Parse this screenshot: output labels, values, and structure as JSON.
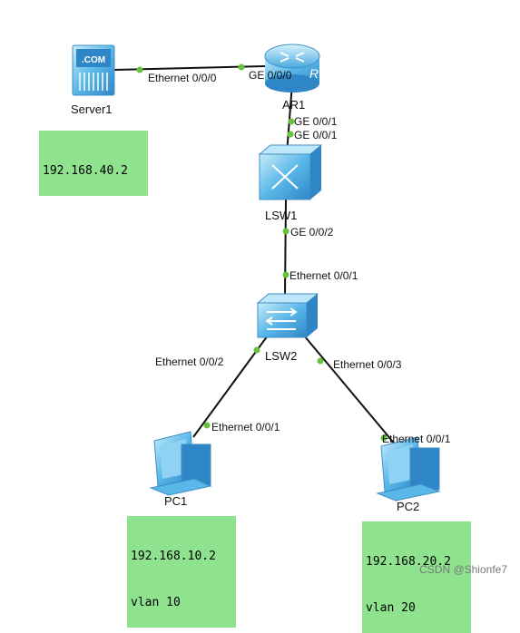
{
  "devices": {
    "server1": {
      "name": "Server1",
      "icon_text": ".COM",
      "icon": "server-icon"
    },
    "ar1": {
      "name": "AR1",
      "icon": "router-icon"
    },
    "lsw1": {
      "name": "LSW1",
      "icon": "l3-switch-icon"
    },
    "lsw2": {
      "name": "LSW2",
      "icon": "l2-switch-icon"
    },
    "pc1": {
      "name": "PC1",
      "icon": "pc-icon"
    },
    "pc2": {
      "name": "PC2",
      "icon": "pc-icon"
    }
  },
  "ports": {
    "server1_eth": "Ethernet 0/0/0",
    "ar1_ge000": "GE 0/0/0",
    "ar1_ge001": "GE 0/0/1",
    "lsw1_ge001": "GE 0/0/1",
    "lsw1_ge002": "GE 0/0/2",
    "lsw2_eth001": "Ethernet 0/0/1",
    "lsw2_eth002": "Ethernet 0/0/2",
    "lsw2_eth003": "Ethernet 0/0/3",
    "pc1_eth001": "Ethernet 0/0/1",
    "pc2_eth001": "Ethernet 0/0/1"
  },
  "notes": {
    "server1_ip": "192.168.40.2",
    "pc1_ip": "192.168.10.2",
    "pc1_vlan": "vlan 10",
    "pc2_ip": "192.168.20.2",
    "pc2_vlan": "vlan 20"
  },
  "watermark": "CSDN @Shionfe7",
  "colors": {
    "link": "#111111",
    "port_dot": "#66c23a",
    "device_blue": "#5ab8e8",
    "note_bg": "#8fe38f"
  }
}
